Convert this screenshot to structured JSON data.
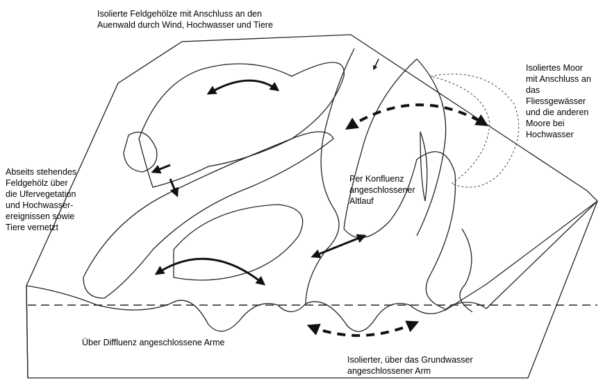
{
  "labels": {
    "feldgehoelze": [
      "Isolierte Feldgehölze mit Anschluss an den",
      "Auenwald durch Wind, Hochwasser und Tiere"
    ],
    "moor": [
      "Isoliertes Moor",
      "mit Anschluss an",
      "das",
      "Fliessgewässer",
      "und die anderen",
      "Moore bei",
      "Hochwasser"
    ],
    "abseits": [
      "Abseits stehendes",
      "Feldgehölz über",
      "die Ufervegetation",
      "und Hochwasser-",
      "ereignissen sowie",
      "Tiere vernetzt"
    ],
    "konfluenz": [
      "Per Konfluenz",
      "angeschlossener",
      "Altlauf"
    ],
    "diffluenz": [
      "Über Diffluenz angeschlossene Arme"
    ],
    "grundwasser": [
      "Isolierter, über das Grundwasser",
      "angeschlossener Arm"
    ]
  },
  "colors": {
    "ink": "#1a1a1a",
    "paper": "#ffffff"
  }
}
